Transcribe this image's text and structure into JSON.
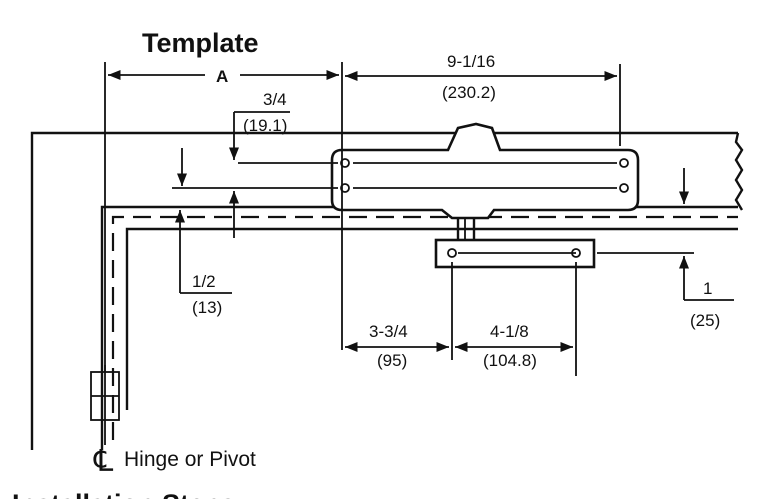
{
  "title": "Template",
  "dim_a": "A",
  "dim_width_in": "9-1/16",
  "dim_width_mm": "(230.2)",
  "dim_top_in": "3/4",
  "dim_top_mm": "(19.1)",
  "dim_door_in": "1/2",
  "dim_door_mm": "(13)",
  "dim_bracket_in": "1",
  "dim_bracket_mm": "(25)",
  "dim_offset_in": "3-3/4",
  "dim_offset_mm": "(95)",
  "dim_holes_in": "4-1/8",
  "dim_holes_mm": "(104.8)",
  "centerline_symbol": "℄",
  "hinge_label": "Hinge or Pivot",
  "footer_partial": "Installation Steps"
}
